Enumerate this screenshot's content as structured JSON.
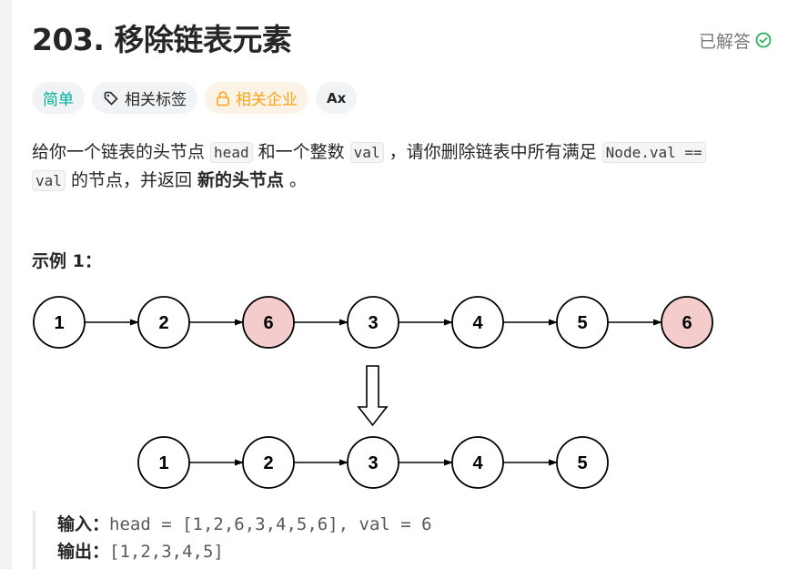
{
  "problem": {
    "title": "203. 移除链表元素",
    "status": "已解答",
    "tags": {
      "difficulty": "简单",
      "related_tags": "相关标签",
      "related_companies": "相关企业",
      "translate_icon": "Ax"
    },
    "description": {
      "p1": "给你一个链表的头节点 ",
      "c1": "head",
      "p2": " 和一个整数 ",
      "c2": "val",
      "p3": " ，请你删除链表中所有满足 ",
      "c3": "Node.val ==",
      "c4": "val",
      "p4": " 的节点，并返回 ",
      "strong": "新的头节点",
      "p5": " 。"
    },
    "example": {
      "title": "示例 1：",
      "input_label": "输入：",
      "input_value": "head = [1,2,6,3,4,5,6], val = 6",
      "output_label": "输出：",
      "output_value": "[1,2,3,4,5]"
    },
    "diagram": {
      "top_nodes": [
        "1",
        "2",
        "6",
        "3",
        "4",
        "5",
        "6"
      ],
      "top_highlight": [
        false,
        false,
        true,
        false,
        false,
        false,
        true
      ],
      "bottom_nodes": [
        "1",
        "2",
        "3",
        "4",
        "5"
      ],
      "highlight_color": "#f5cccc"
    }
  },
  "colors": {
    "easy": "#00af9b",
    "company": "#ffa116",
    "solved_check": "#2db55d"
  }
}
